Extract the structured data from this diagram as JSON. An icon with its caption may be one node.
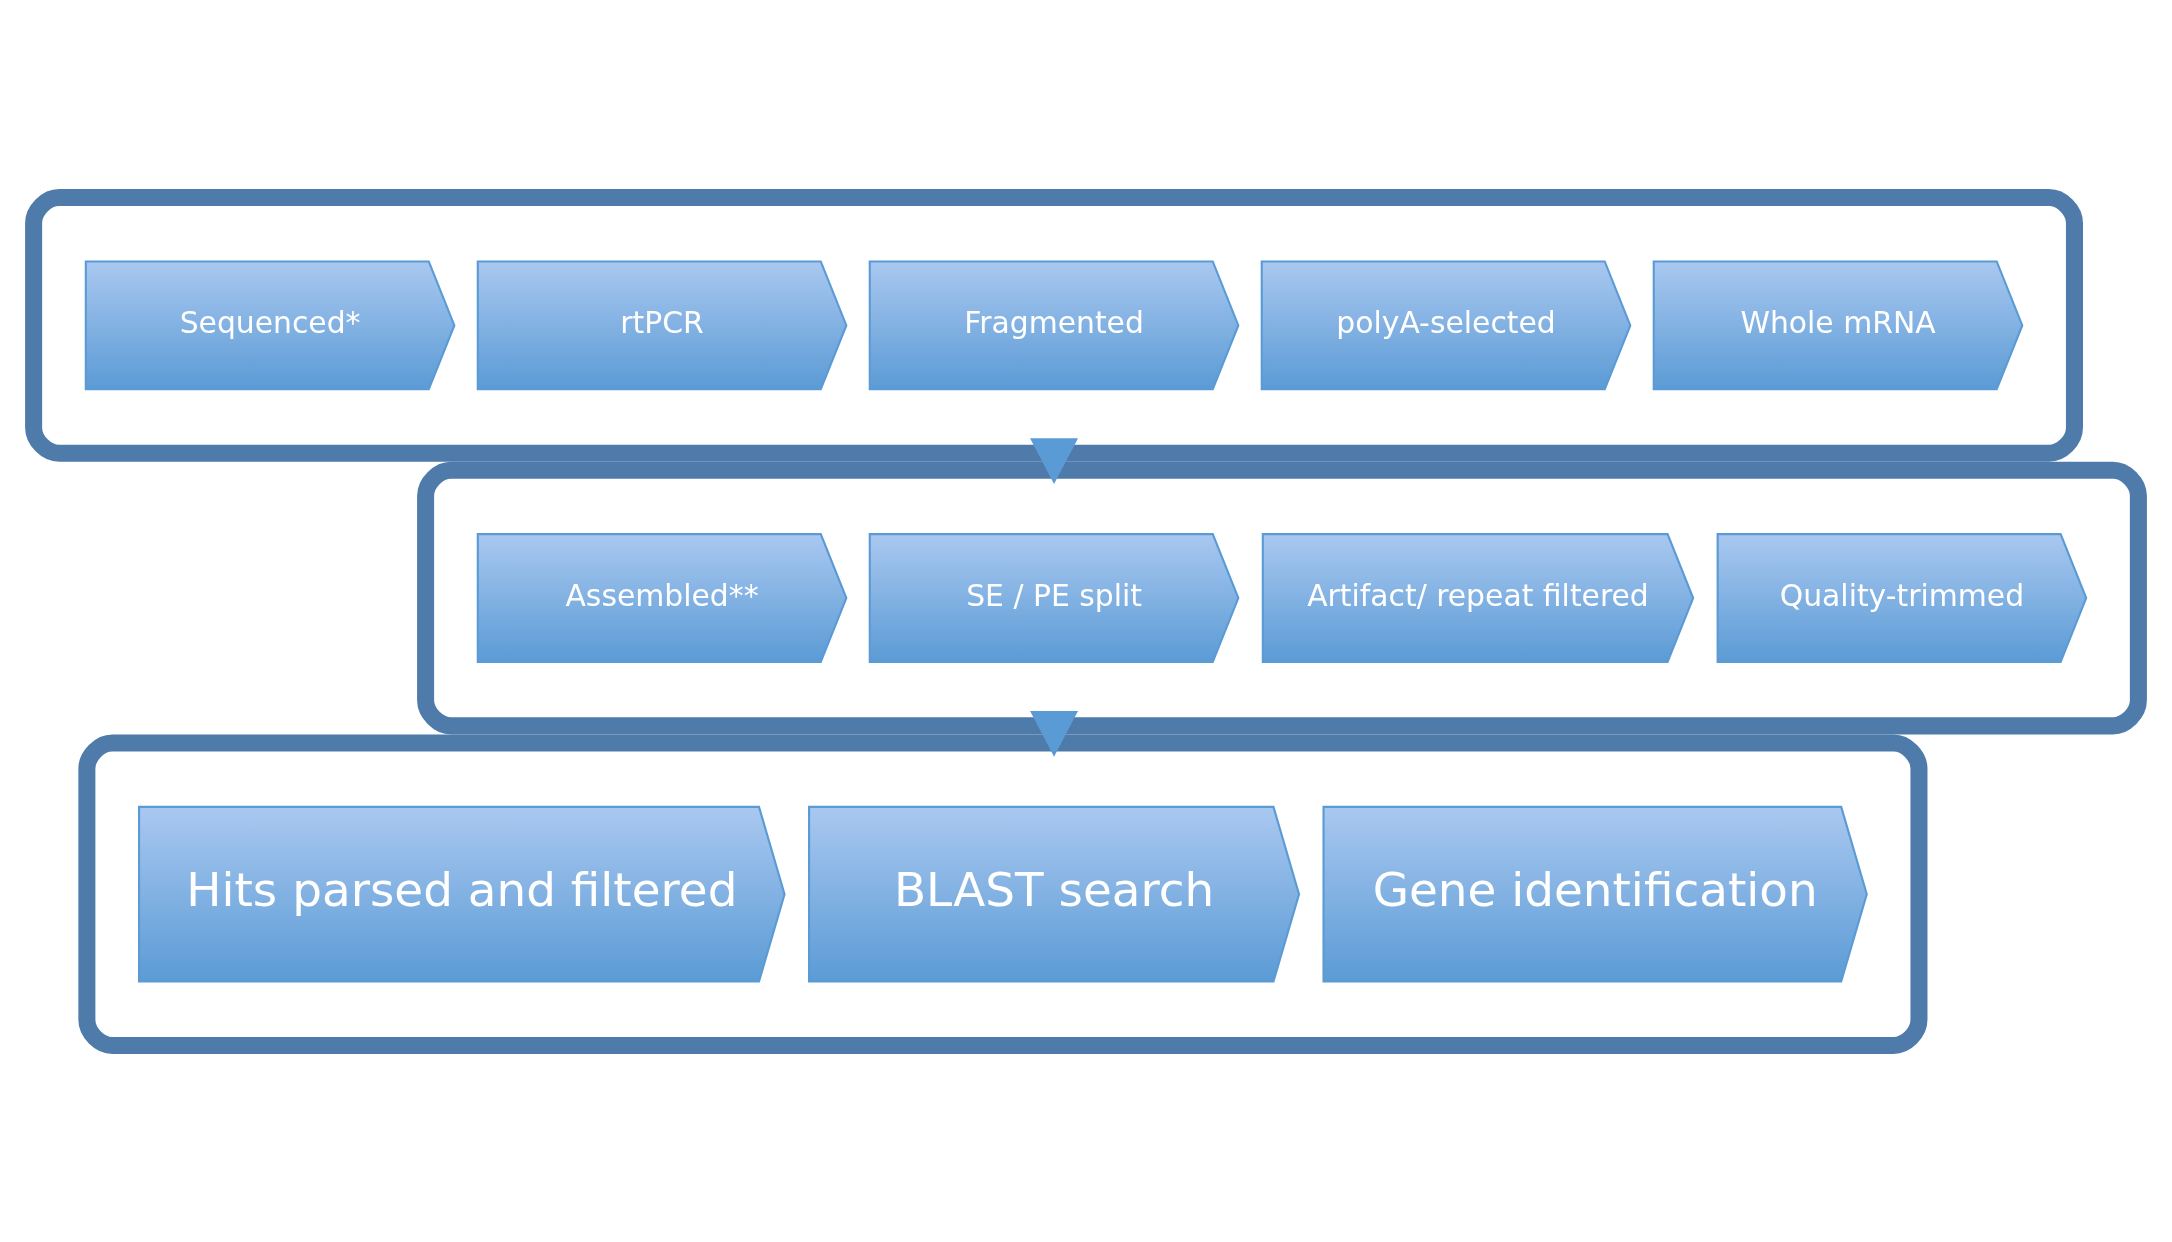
{
  "diagram": {
    "nodes": [
      {
        "text": [],
        "shape": "band"
      },
      {
        "text": [
          "Whole mRNA"
        ],
        "in": 0
      },
      {
        "text": [
          "polyA-selected"
        ],
        "in": 0
      },
      {
        "text": [
          "Fragmented"
        ],
        "in": 0
      },
      {
        "text": [
          "rtPCR"
        ],
        "in": 0
      },
      {
        "text": [
          "Sequenced*"
        ],
        "in": 0
      },
      {
        "text": [],
        "shape": "band"
      },
      {
        "text": [
          "Quality-trimmed"
        ],
        "in": 6
      },
      {
        "text": [
          "Artifact/ repeat filtered"
        ],
        "in": 6
      },
      {
        "text": [
          "SE / PE split"
        ],
        "in": 6
      },
      {
        "text": [
          "Assembled**"
        ],
        "in": 6
      },
      {
        "text": [],
        "shape": "band"
      },
      {
        "text": [
          "Gene identification"
        ],
        "in": 11
      },
      {
        "text": [
          "BLAST search"
        ],
        "in": 11
      },
      {
        "text": [
          "Hits parsed and filtered"
        ],
        "in": 11
      }
    ],
    "edges": [
      {
        "from": 0,
        "to": 6,
        "arrow": "to"
      },
      {
        "from": 6,
        "to": 11,
        "arrow": "to"
      }
    ]
  }
}
